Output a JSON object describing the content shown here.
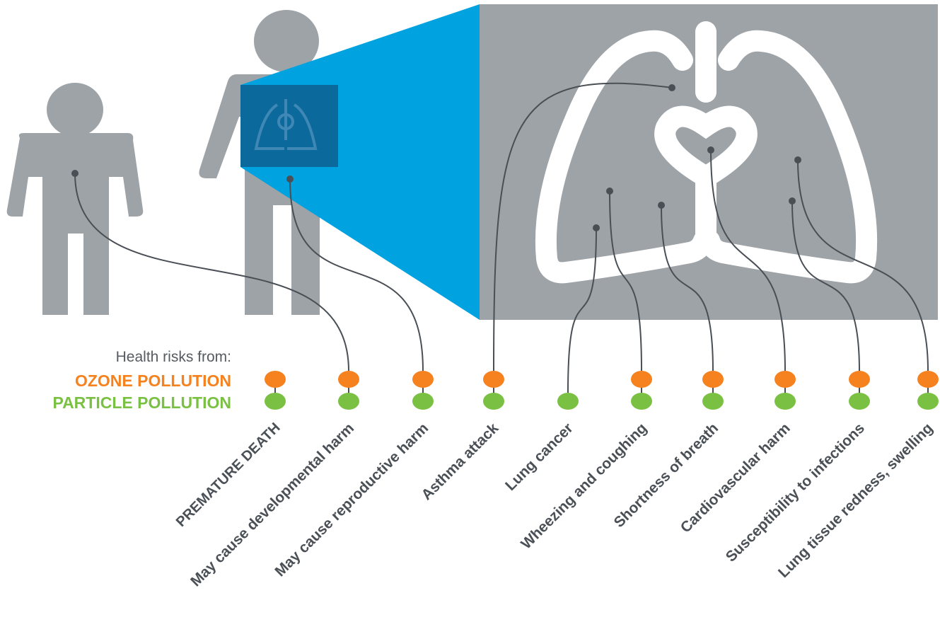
{
  "legend": {
    "heading": "Health risks from:",
    "ozone_label": "OZONE POLLUTION",
    "particle_label": "PARTICLE POLLUTION"
  },
  "colors": {
    "ozone": "#f5821f",
    "particle": "#7ac143",
    "figure_gray": "#9ea3a7",
    "zoom_blue": "#00a3e0",
    "highlight_blue": "#0e5f8f",
    "panel_gray": "#9ea3a7",
    "lung_outline": "#ffffff",
    "connector": "#4a4f55"
  },
  "icons": [
    "child-figure-icon",
    "adult-figure-icon",
    "lungs-icon",
    "heart-icon"
  ],
  "risks": [
    {
      "label": "PREMATURE DEATH",
      "ozone": true,
      "particle": true,
      "source": "none"
    },
    {
      "label": "May cause developmental harm",
      "ozone": true,
      "particle": true,
      "source": "child body"
    },
    {
      "label": "May cause reproductive harm",
      "ozone": true,
      "particle": true,
      "source": "adult body"
    },
    {
      "label": "Asthma attack",
      "ozone": true,
      "particle": true,
      "source": "upper left lung"
    },
    {
      "label": "Lung cancer",
      "ozone": false,
      "particle": true,
      "source": "lower left lung"
    },
    {
      "label": "Wheezing and coughing",
      "ozone": true,
      "particle": true,
      "source": "left lung"
    },
    {
      "label": "Shortness of breath",
      "ozone": true,
      "particle": true,
      "source": "left lung"
    },
    {
      "label": "Cardiovascular harm",
      "ozone": true,
      "particle": true,
      "source": "heart"
    },
    {
      "label": "Susceptibility to infections",
      "ozone": true,
      "particle": true,
      "source": "right lung"
    },
    {
      "label": "Lung tissue redness, swelling",
      "ozone": true,
      "particle": true,
      "source": "upper right lung"
    }
  ]
}
